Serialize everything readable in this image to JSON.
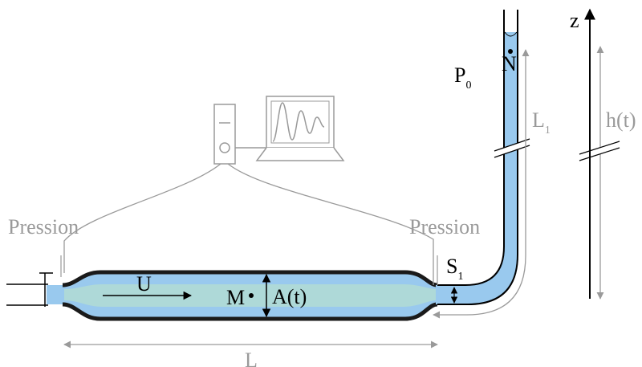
{
  "labels": {
    "pressure_left": "Pression",
    "pressure_right": "Pression",
    "velocity": "U",
    "point_m": "M",
    "area": "A(t)",
    "section": "S",
    "section_sub": "1",
    "length": "L",
    "pressure_zero": "P",
    "pressure_zero_sub": "0",
    "point_n": "N",
    "column_length": "L",
    "column_length_sub": "1",
    "height": "h(t)",
    "axis_z": "z"
  },
  "colors": {
    "fluid": "#99c9ee",
    "fluid_core": "#b5ddd0",
    "wall": "#1a1a1a",
    "annotation": "#9a9a9a",
    "ink": "#000000"
  },
  "icons": [
    "pressure-sensor-icon",
    "monitor-icon",
    "damped-oscillation-icon"
  ]
}
